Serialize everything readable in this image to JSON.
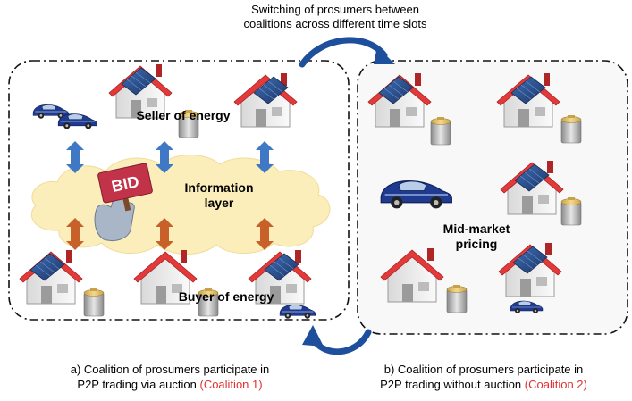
{
  "top_caption": {
    "line1": "Switching of prosumers between",
    "line2": "coalitions across different time slots"
  },
  "left_panel": {
    "seller_label": "Seller of energy",
    "buyer_label": "Buyer of energy",
    "info_layer_line1": "Information",
    "info_layer_line2": "layer",
    "bid_sign": "BID",
    "caption_line1": "a) Coalition of prosumers participate in",
    "caption_line2": "P2P trading via auction ",
    "caption_tag": "(Coalition 1)"
  },
  "right_panel": {
    "pricing_line1": "Mid-market",
    "pricing_line2": "pricing",
    "caption_line1": "b) Coalition of prosumers participate in",
    "caption_line2": "P2P trading without auction ",
    "caption_tag": "(Coalition 2)"
  },
  "colors": {
    "roof": "#e23a3a",
    "wall": "#f0f0f0",
    "solar_panel": "#2c4f8a",
    "car": "#1f3a8f",
    "cloud": "#fbeebb",
    "arrow_blue": "#3f78c4",
    "arrow_orange": "#c8602a",
    "coalition_tag": "#e03030"
  }
}
